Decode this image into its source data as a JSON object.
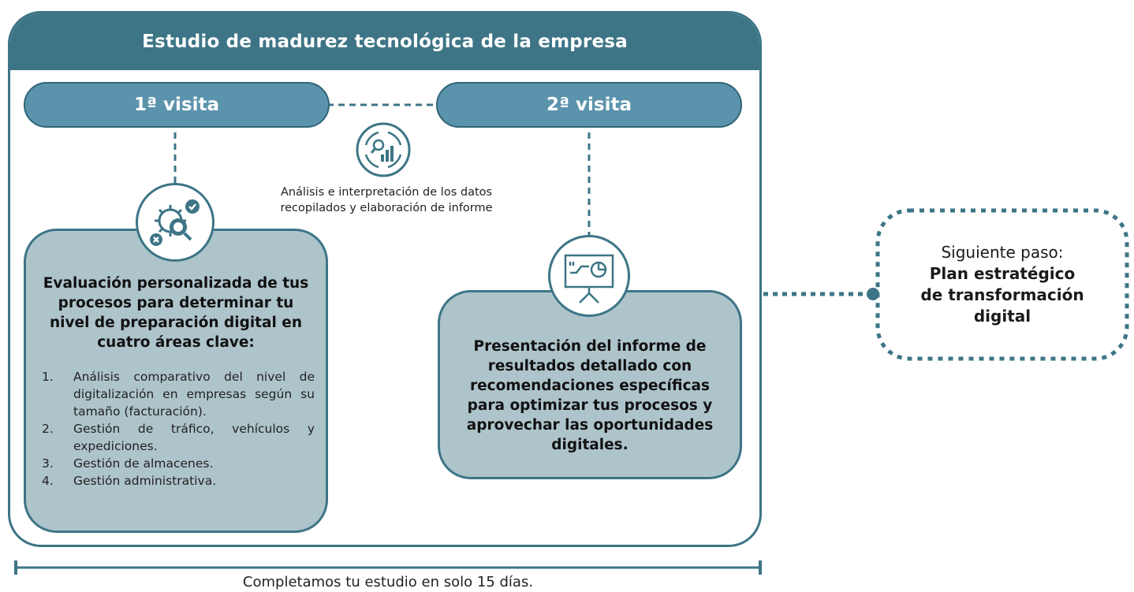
{
  "header": {
    "title": "Estudio de madurez tecnológica de la empresa"
  },
  "visits": {
    "first": {
      "label": "1ª visita"
    },
    "second": {
      "label": "2ª visita"
    }
  },
  "analysis": {
    "caption_line1": "Análisis e interpretación de los datos",
    "caption_line2": "recopilados y elaboración de informe"
  },
  "evaluation": {
    "title": "Evaluación personalizada de tus procesos para determinar tu nivel de preparación digital en cuatro áreas clave:",
    "items": [
      {
        "num": "1.",
        "text": "Análisis comparativo del nivel de digitalización en empresas según su tamaño (facturación)."
      },
      {
        "num": "2.",
        "text": "Gestión de tráfico, vehículos y expediciones."
      },
      {
        "num": "3.",
        "text": "Gestión de almacenes."
      },
      {
        "num": "4.",
        "text": "Gestión administrativa."
      }
    ]
  },
  "presentation": {
    "text": "Presentación del informe de resultados detallado con recomendaciones específicas para optimizar tus procesos y aprovechar las oportunidades digitales."
  },
  "next_step": {
    "line1": "Siguiente paso:",
    "line2": "Plan estratégico",
    "line3": "de transformación",
    "line4": "digital"
  },
  "footer": {
    "text": "Completamos tu estudio en solo 15 días."
  },
  "colors": {
    "primary": "#3d7586",
    "pill": "#5b93ac",
    "card": "#aec4cb"
  },
  "icons": {
    "analysis": "analytics-magnifier-icon",
    "evaluation": "gear-check-search-icon",
    "presentation": "presentation-board-icon"
  }
}
